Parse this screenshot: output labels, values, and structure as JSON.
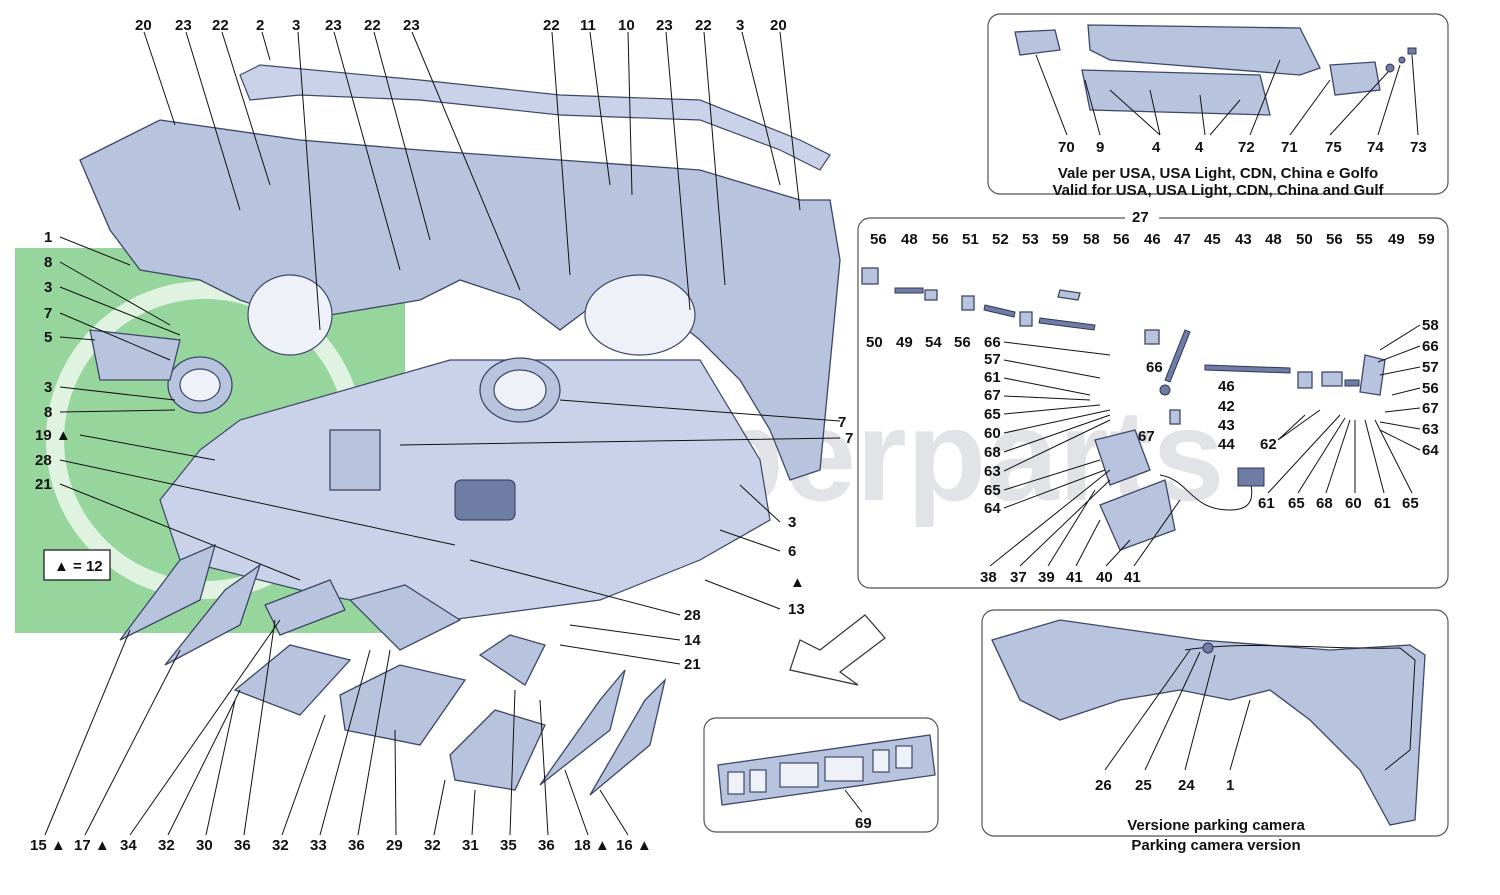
{
  "watermark": {
    "brand": "zuperparts",
    "color": "#3fb24a"
  },
  "colors": {
    "part_fill": "#b8c3de",
    "part_stroke": "#3c4768",
    "label": "#111111"
  },
  "legend_note": "▲ = 12",
  "main_labels_top": [
    "20",
    "23",
    "22",
    "2",
    "3",
    "23",
    "22",
    "23",
    "22",
    "11",
    "10",
    "23",
    "22",
    "3",
    "20"
  ],
  "main_labels_left": [
    "1",
    "8",
    "3",
    "7",
    "5",
    "3",
    "8",
    "19 ▲",
    "28",
    "21"
  ],
  "main_labels_right": [
    "7",
    "7",
    "3",
    "6",
    "▲",
    "13",
    "28",
    "14",
    "21"
  ],
  "main_labels_bottom": [
    "15 ▲",
    "17 ▲",
    "34",
    "32",
    "30",
    "36",
    "32",
    "33",
    "36",
    "29",
    "32",
    "31",
    "35",
    "36",
    "18 ▲",
    "16 ▲"
  ],
  "usa_panel": {
    "labels": [
      "70",
      "9",
      "4",
      "4",
      "72",
      "71",
      "75",
      "74",
      "73"
    ],
    "caption_it": "Vale per USA, USA Light, CDN, China e Golfo",
    "caption_en": "Valid for USA, USA Light, CDN, China and Gulf"
  },
  "panel27": {
    "number": "27",
    "top_labels": [
      "56",
      "48",
      "56",
      "51",
      "52",
      "53",
      "59",
      "58",
      "56",
      "46",
      "47",
      "45",
      "43",
      "48",
      "50",
      "56",
      "55",
      "49",
      "59"
    ],
    "row2_labels": [
      "50",
      "49",
      "54",
      "56"
    ],
    "left_col": [
      "66",
      "57",
      "61",
      "67",
      "65",
      "60",
      "68",
      "63",
      "65",
      "64"
    ],
    "mid_labels": [
      "66",
      "67",
      "46",
      "42",
      "43",
      "44"
    ],
    "right_col": [
      "58",
      "66",
      "57",
      "56",
      "67",
      "63",
      "64"
    ],
    "right_mid": [
      "62"
    ],
    "bottom_right": [
      "61",
      "65",
      "68",
      "60",
      "61",
      "65"
    ],
    "bottom_labels": [
      "38",
      "37",
      "39",
      "41",
      "40",
      "41"
    ]
  },
  "panel69": {
    "label": "69"
  },
  "camera_panel": {
    "labels": [
      "26",
      "25",
      "24",
      "1"
    ],
    "caption_it": "Versione parking camera",
    "caption_en": "Parking camera version"
  }
}
